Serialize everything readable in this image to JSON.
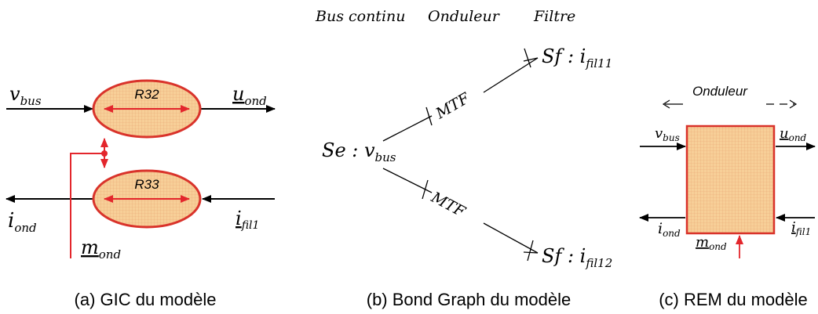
{
  "colors": {
    "fill": "#f5c98a",
    "border": "#d9332b",
    "arrow": "#e3262c",
    "grid": "#e8ad7a"
  },
  "gic": {
    "v_bus": "v",
    "v_bus_sub": "bus",
    "u_ond": "u",
    "u_ond_sub": "ond",
    "r32": "R32",
    "r33": "R33",
    "i_ond": "i",
    "i_ond_sub": "ond",
    "i_fil1": "i",
    "i_fil1_sub": "fil1",
    "m_ond": "m",
    "m_ond_sub": "ond",
    "caption": "(a) GIC du modèle"
  },
  "bond": {
    "header_bus": "Bus continu",
    "header_ond": "Onduleur",
    "header_fil": "Filtre",
    "se_label": "Se : v",
    "se_sub": "bus",
    "mtf_top": "MTF",
    "mtf_bottom": "MTF",
    "sf_top": "Sf : i",
    "sf_top_sub": "fil11",
    "sf_bottom": "Sf : i",
    "sf_bottom_sub": "fil12",
    "caption": "(b) Bond Graph du modèle"
  },
  "rem": {
    "title": "Onduleur",
    "v_bus": "v",
    "v_bus_sub": "bus",
    "u_ond": "u",
    "u_ond_sub": "ond",
    "i_ond": "i",
    "i_ond_sub": "ond",
    "i_fil1": "i",
    "i_fil1_sub": "fil1",
    "m_ond": "m",
    "m_ond_sub": "ond",
    "caption": "(c) REM du modèle"
  }
}
